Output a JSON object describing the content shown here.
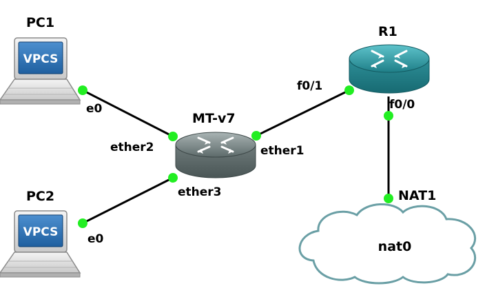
{
  "colors": {
    "link": "#000000",
    "port_dot": "#22ee22",
    "cloud_fill": "#ffffff",
    "cloud_stroke": "#6a9fa5",
    "router_mt": "#7a8686",
    "router_r1": "#2b8c96",
    "vpcs_screen": "#1f6cab"
  },
  "nodes": {
    "pc1": {
      "name": "PC1",
      "screen_text": "VPCS",
      "icon": "computer-icon"
    },
    "pc2": {
      "name": "PC2",
      "screen_text": "VPCS",
      "icon": "computer-icon"
    },
    "mt": {
      "name": "MT-v7",
      "icon": "router-icon"
    },
    "r1": {
      "name": "R1",
      "icon": "router-icon"
    },
    "nat1": {
      "name": "NAT1",
      "cloud_text": "nat0",
      "icon": "cloud-icon"
    }
  },
  "ports": {
    "pc1_e0": "e0",
    "pc2_e0": "e0",
    "mt_ether1": "ether1",
    "mt_ether2": "ether2",
    "mt_ether3": "ether3",
    "r1_f01": "f0/1",
    "r1_f00": "f0/0"
  }
}
